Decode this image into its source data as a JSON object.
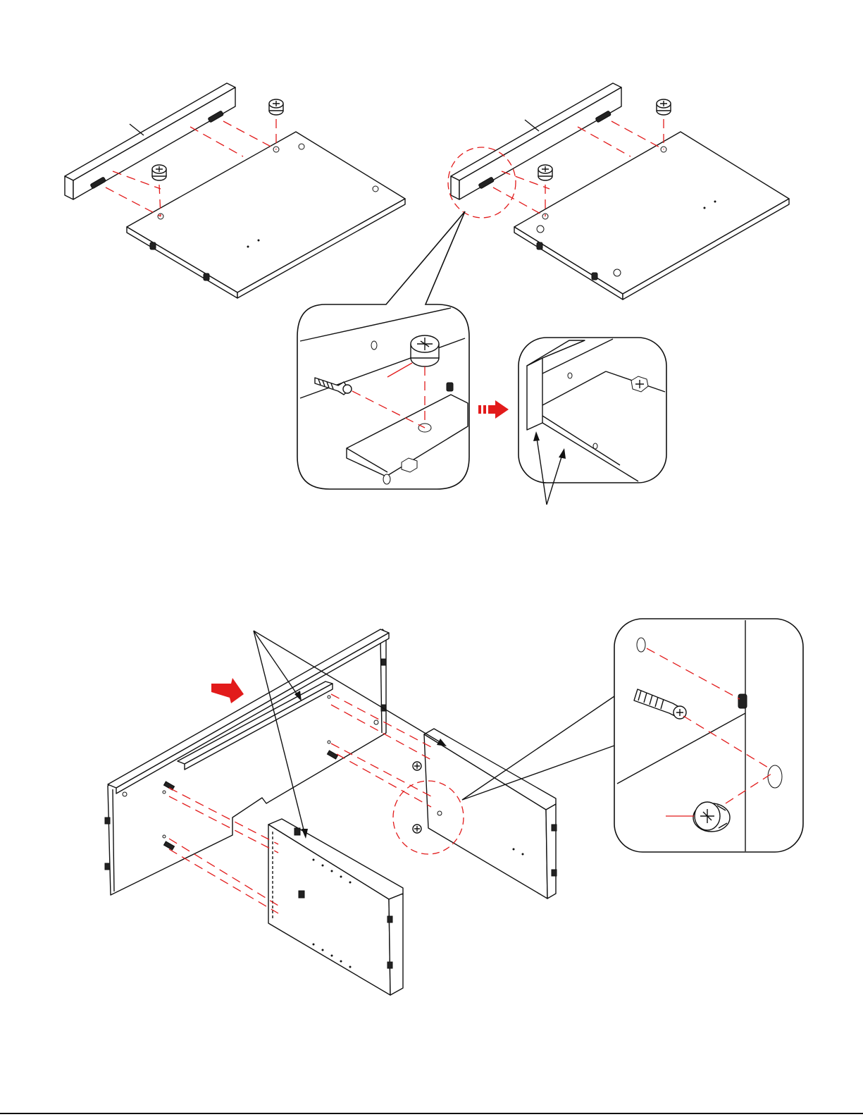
{
  "diagram": {
    "top_section": {
      "steps": [
        "panel-with-rail-left",
        "panel-with-rail-right"
      ],
      "callouts": [
        "cam-lock-detail",
        "assembled-corner-detail"
      ]
    },
    "bottom_section": {
      "parts": [
        "back-panel",
        "top-rail",
        "center-divider",
        "side-panel"
      ],
      "callouts": [
        "cam-lock-detail-2"
      ]
    },
    "colors": {
      "line": "#111111",
      "fastener_path": "#e21b1b",
      "background": "#ffffff"
    }
  }
}
